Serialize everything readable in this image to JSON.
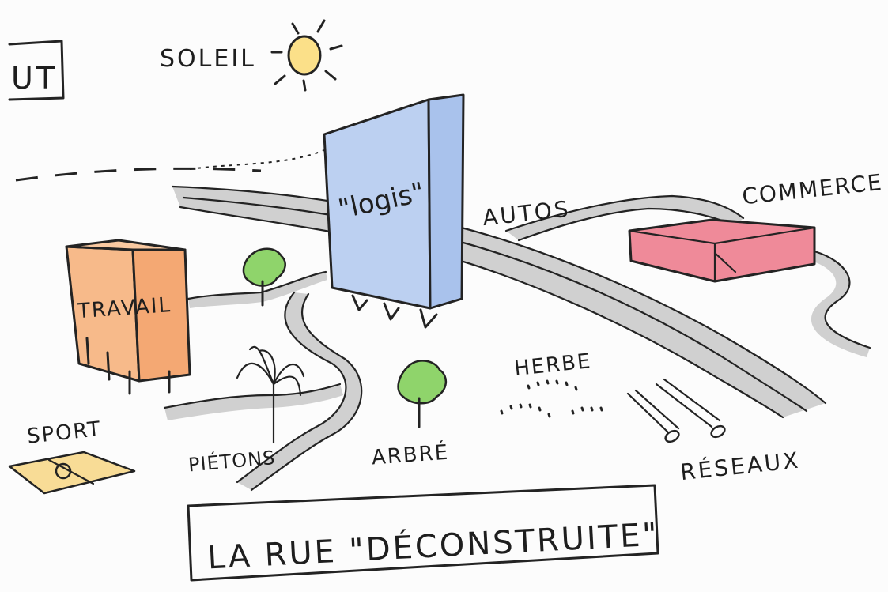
{
  "labels": {
    "corner_fragment": "UT",
    "sun": "SOLEIL",
    "housing": "\"logis\"",
    "cars": "AUTOS",
    "commerce": "COMMERCE",
    "work": "TRAVAIL",
    "grass": "HERBE",
    "sport": "SPORT",
    "pedestrians": "PIÉTONS",
    "tree": "ARBRÉ",
    "networks": "RÉSEAUX",
    "title": "LA RUE \"DÉCONSTRUITE\""
  },
  "colors": {
    "sun": "#fbe089",
    "housing": "#bcd0f1",
    "commerce": "#ef8a99",
    "work": "#f7ba8a",
    "tree": "#8fd46b",
    "sport": "#f8dc96",
    "road": "#d0d0d0",
    "ink": "#232323"
  }
}
